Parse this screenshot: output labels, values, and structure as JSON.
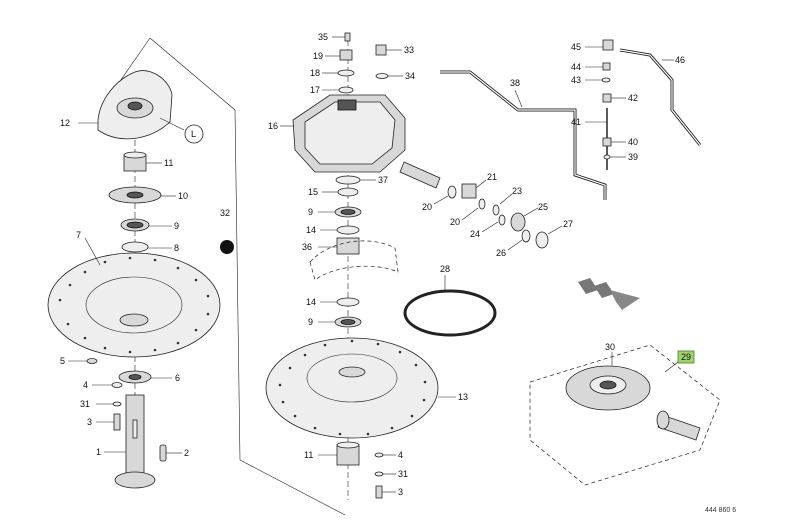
{
  "callouts": {
    "c1": "1",
    "c2": "2",
    "c3a": "3",
    "c3b": "3",
    "c4a": "4",
    "c4b": "4",
    "c5": "5",
    "c6": "6",
    "c7": "7",
    "c8": "8",
    "c9a": "9",
    "c9b": "9",
    "c9c": "9",
    "c10": "10",
    "c11a": "11",
    "c11b": "11",
    "c12": "12",
    "c13": "13",
    "c14a": "14",
    "c14b": "14",
    "c15": "15",
    "c16": "16",
    "c17": "17",
    "c18": "18",
    "c19": "19",
    "c20a": "20",
    "c20b": "20",
    "c21": "21",
    "c23": "23",
    "c24": "24",
    "c25": "25",
    "c26": "26",
    "c27": "27",
    "c28": "28",
    "c29": "29",
    "c30": "30",
    "c31a": "31",
    "c31b": "31",
    "c32": "32",
    "c33": "33",
    "c34": "34",
    "c35": "35",
    "c36": "36",
    "c37": "37",
    "c38": "38",
    "c39": "39",
    "c40": "40",
    "c41": "41",
    "c42": "42",
    "c43": "43",
    "c44": "44",
    "c45": "45",
    "c46": "46",
    "cL": "L"
  },
  "footer_code": "444 860 6",
  "colors": {
    "highlight": "#9fd36b",
    "ink": "#222222",
    "part": "#d8d8d8"
  }
}
